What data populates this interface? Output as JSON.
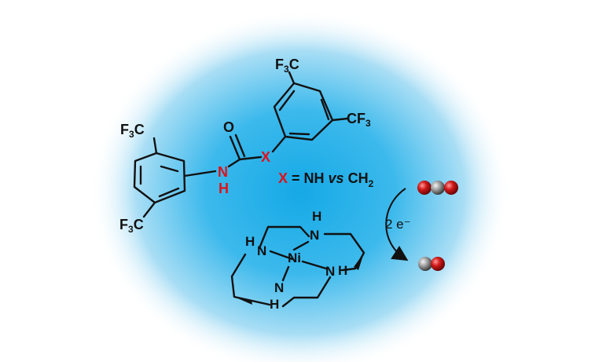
{
  "labels": {
    "f3c": "F",
    "three": "3",
    "c": "C",
    "cf": "CF",
    "carbonyl_o": "O",
    "n": "N",
    "h": "H",
    "x": "X",
    "ni": "Ni"
  },
  "caption": {
    "x": "X",
    "eq": " = NH ",
    "vs": "vs",
    "ch": " CH",
    "sub": "2"
  },
  "reaction": {
    "electrons": "2 e⁻"
  },
  "colors": {
    "glow": "#15a9e6",
    "highlight": "#e0111b",
    "oxygen": "#d11a1a",
    "carbon": "#8a8a8a"
  }
}
